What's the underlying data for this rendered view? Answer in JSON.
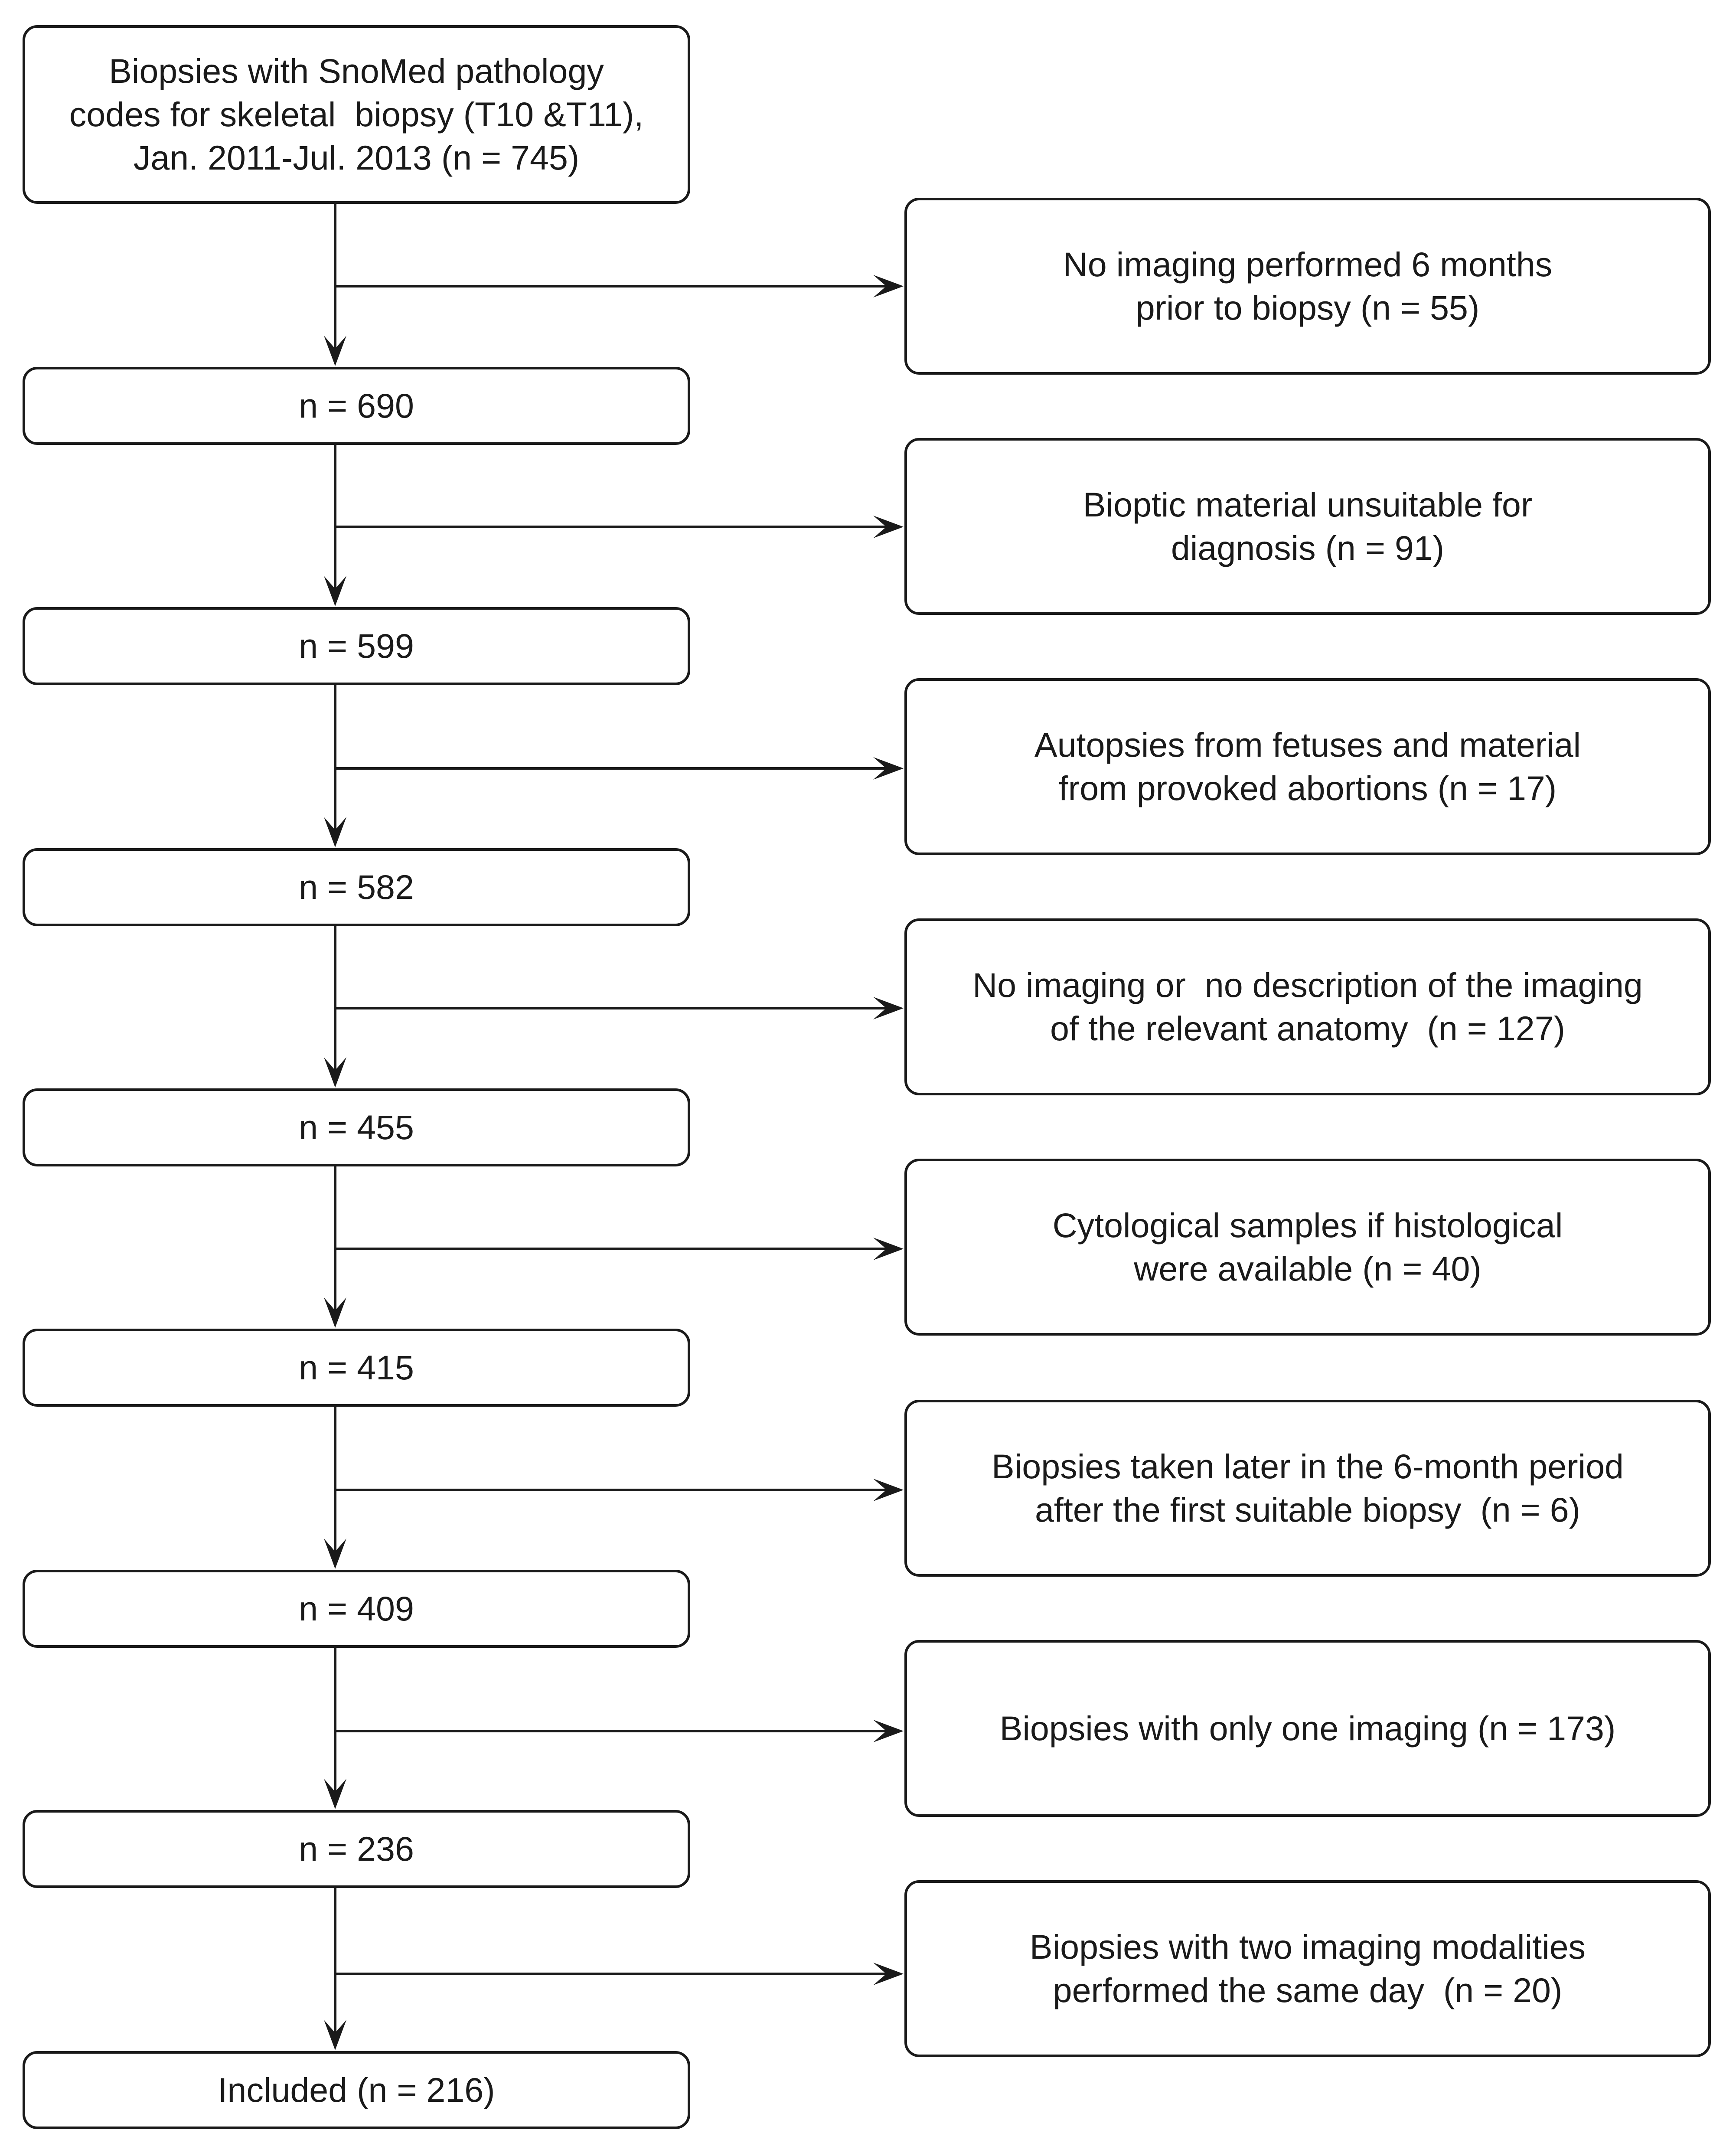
{
  "diagram": {
    "start": {
      "lines": [
        "Biopsies with SnoMed pathology",
        "codes for skeletal  biopsy (T10 &T11),",
        "Jan. 2011-Jul. 2013 (n = 745)"
      ]
    },
    "steps": [
      {
        "exclusion": [
          "No imaging performed 6 months",
          "prior to biopsy (n = 55)"
        ],
        "remaining": "n = 690"
      },
      {
        "exclusion": [
          "Bioptic material unsuitable for",
          "diagnosis (n = 91)"
        ],
        "remaining": "n = 599"
      },
      {
        "exclusion": [
          "Autopsies from fetuses and material",
          "from provoked abortions (n = 17)"
        ],
        "remaining": "n = 582"
      },
      {
        "exclusion": [
          "No imaging or  no description of the imaging",
          "of the relevant anatomy  (n = 127)"
        ],
        "remaining": "n = 455"
      },
      {
        "exclusion": [
          "Cytological samples if histological",
          "were available (n = 40)"
        ],
        "remaining": "n = 415"
      },
      {
        "exclusion": [
          "Biopsies taken later in the 6-month period",
          "after the first suitable biopsy  (n = 6)"
        ],
        "remaining": "n = 409"
      },
      {
        "exclusion": [
          "Biopsies with only one imaging (n = 173)"
        ],
        "remaining": "n = 236"
      },
      {
        "exclusion": [
          "Biopsies with two imaging modalities",
          "performed the same day  (n = 20)"
        ],
        "remaining": "Included (n = 216)"
      }
    ]
  },
  "colors": {
    "stroke": "#1a1a1a",
    "background": "#ffffff"
  }
}
